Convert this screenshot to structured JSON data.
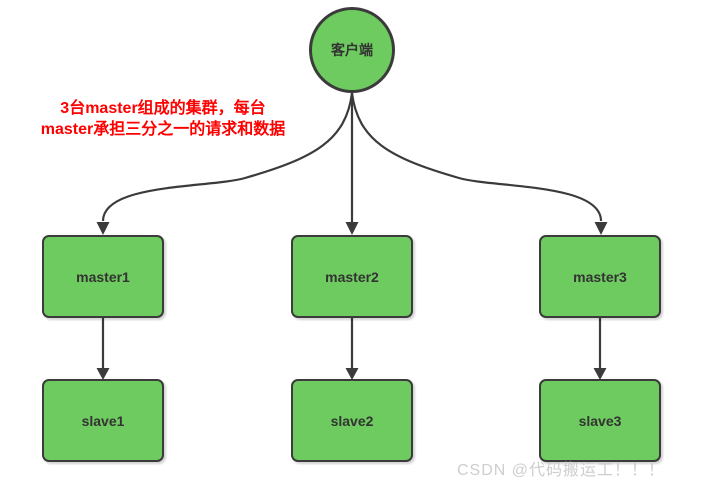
{
  "diagram": {
    "client": {
      "label": "客户端"
    },
    "annotation": {
      "line1": "3台master组成的集群，每台",
      "line2": "master承担三分之一的请求和数据"
    },
    "masters": [
      {
        "label": "master1"
      },
      {
        "label": "master2"
      },
      {
        "label": "master3"
      }
    ],
    "slaves": [
      {
        "label": "slave1"
      },
      {
        "label": "slave2"
      },
      {
        "label": "slave3"
      }
    ],
    "watermark": "CSDN @代码搬运工！！！",
    "colors": {
      "node_fill": "#6ecb5f",
      "node_border": "#3b3b3b",
      "connector": "#3b3b3b",
      "annotation_text": "#ff0000",
      "watermark_text": "#cbcbcb",
      "background": "#ffffff"
    }
  }
}
